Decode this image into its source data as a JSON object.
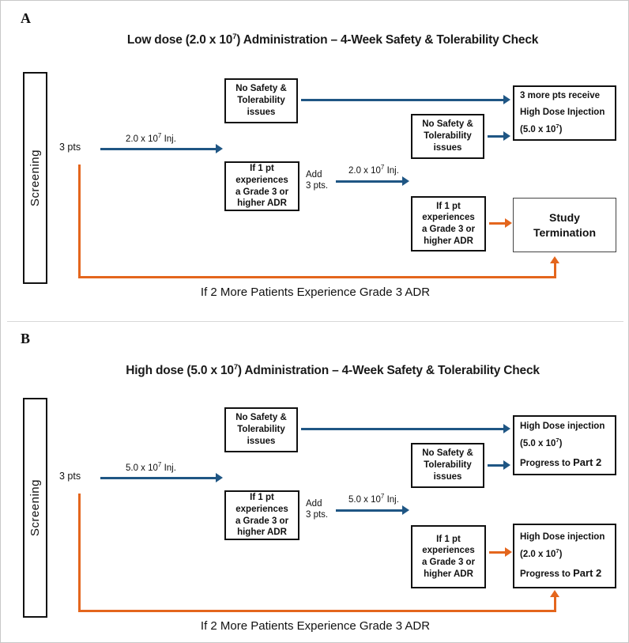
{
  "figure": {
    "background": "#ffffff",
    "blue": "#1f5684",
    "orange": "#e4661d",
    "border": "#c8c8c8"
  },
  "panels": [
    {
      "letter": "A",
      "title_html": "Low dose (2.0 x 10<sup>7</sup>) Administration &#8211; 4-Week Safety &amp; Tolerability Check",
      "screening_label": "Screening",
      "start_label": "3 pts",
      "inj1_label_html": "2.0 x 10<sup>7</sup> Inj.",
      "add_label_line1": "Add",
      "add_label_line2": "3 pts.",
      "inj2_label_html": "2.0 x 10<sup>7</sup> Inj.",
      "bottom_label": "If 2 More Patients Experience Grade 3 ADR",
      "box_no_issues_1": [
        "No Safety &",
        "Tolerability",
        "issues"
      ],
      "box_grade3_1": [
        "If 1 pt",
        "experiences",
        "a Grade 3 or",
        "higher ADR"
      ],
      "box_no_issues_2": [
        "No Safety &",
        "Tolerability",
        "issues"
      ],
      "box_grade3_2": [
        "If 1 pt",
        "experiences",
        "a Grade 3 or",
        "higher ADR"
      ],
      "box_outcome_top_html": "<span class=\"ln\">3 more pts receive</span><span class=\"ln\">High Dose Injection</span><span class=\"ln\">(5.0 x 10<sup>7</sup>)</span>",
      "box_outcome_bottom_html": "<span class=\"ln\">Study</span><span class=\"ln\">Termination</span>"
    },
    {
      "letter": "B",
      "title_html": "High dose (5.0 x 10<sup>7</sup>) Administration &#8211; 4-Week Safety &amp; Tolerability Check",
      "screening_label": "Screening",
      "start_label": "3 pts",
      "inj1_label_html": "5.0 x 10<sup>7</sup> Inj.",
      "add_label_line1": "Add",
      "add_label_line2": "3 pts.",
      "inj2_label_html": "5.0 x 10<sup>7</sup> Inj.",
      "bottom_label": "If 2 More Patients Experience Grade 3 ADR",
      "box_no_issues_1": [
        "No Safety &",
        "Tolerability",
        "issues"
      ],
      "box_grade3_1": [
        "If 1 pt",
        "experiences",
        "a Grade 3 or",
        "higher ADR"
      ],
      "box_no_issues_2": [
        "No Safety &",
        "Tolerability",
        "issues"
      ],
      "box_grade3_2": [
        "If 1 pt",
        "experiences",
        "a Grade 3 or",
        "higher ADR"
      ],
      "box_outcome_top_html": "<span class=\"ln\">High Dose injection</span><span class=\"ln\">(5.0 x 10<sup>7</sup>)</span><span class=\"ln\">Progress to <b style=\"font-size:13px\">Part 2</b></span>",
      "box_outcome_bottom_html": "<span class=\"ln\">High Dose injection</span><span class=\"ln\">(2.0 x 10<sup>7</sup>)</span><span class=\"ln\">Progress to <b style=\"font-size:13px\">Part 2</b></span>"
    }
  ]
}
